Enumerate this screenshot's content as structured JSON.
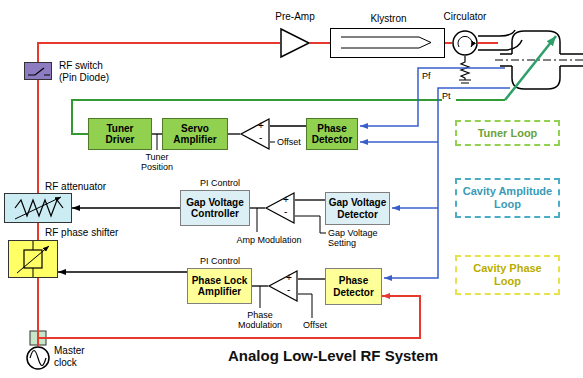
{
  "diagram": {
    "title": "Analog Low-Level RF System",
    "nodes": [
      {
        "text": [
          "Pre-Amp"
        ]
      },
      {
        "text": [
          "Klystron"
        ]
      },
      {
        "text": [
          "Circulator"
        ]
      },
      {
        "text": [
          "RF switch (Pin Diode)"
        ]
      },
      {
        "text": [
          "Tuner Driver"
        ]
      },
      {
        "text": [
          "Servo Amplifier"
        ]
      },
      {
        "text": [
          "+",
          "-"
        ]
      },
      {
        "text": [
          "Phase Detector"
        ]
      },
      {
        "text": [
          "Tuner Loop"
        ]
      },
      {
        "text": [
          "RF attenuator"
        ]
      },
      {
        "text": [
          "Gap Voltage Controller"
        ]
      },
      {
        "text": [
          "+",
          "-"
        ]
      },
      {
        "text": [
          "Gap Voltage Detector"
        ]
      },
      {
        "text": [
          "Cavity Amplitude Loop"
        ]
      },
      {
        "text": [
          "RF phase shifter"
        ]
      },
      {
        "text": [
          "Phase Lock Amplifier"
        ]
      },
      {
        "text": [
          "+",
          "-"
        ]
      },
      {
        "text": [
          "Phase Detector"
        ]
      },
      {
        "text": [
          "Cavity Phase Loop"
        ]
      },
      {
        "text": [
          "Master clock"
        ]
      }
    ],
    "edges": [
      {
        "from": 3,
        "to": 0,
        "arrow": "none"
      },
      {
        "from": 0,
        "to": 1,
        "arrow": "none"
      },
      {
        "from": 1,
        "to": 2,
        "arrow": "none"
      },
      {
        "from": 9,
        "to": 3,
        "arrow": "none"
      },
      {
        "from": 14,
        "to": 9,
        "arrow": "none"
      },
      {
        "from": 19,
        "to": 14,
        "arrow": "none"
      },
      {
        "from": 19,
        "to": 17,
        "arrow": "to"
      },
      {
        "from": 5,
        "to": 4,
        "arrow": "none"
      },
      {
        "from": 6,
        "to": 5,
        "arrow": "none"
      },
      {
        "from": 7,
        "to": 6,
        "arrow": "none"
      },
      {
        "from": 12,
        "to": 11,
        "arrow": "none"
      },
      {
        "from": 11,
        "to": 10,
        "arrow": "none"
      },
      {
        "from": 10,
        "to": 9,
        "arrow": "to"
      },
      {
        "from": 17,
        "to": 16,
        "arrow": "none"
      },
      {
        "from": 16,
        "to": 15,
        "arrow": "none"
      },
      {
        "from": 15,
        "to": 14,
        "arrow": "to"
      }
    ],
    "labels": [
      "Pf",
      "Pt",
      "Tuner Position",
      "Offset",
      "PI Control",
      "Amp Modulation",
      "Gap Voltage Setting",
      "PI Control",
      "Phase Modulation",
      "Offset"
    ]
  }
}
